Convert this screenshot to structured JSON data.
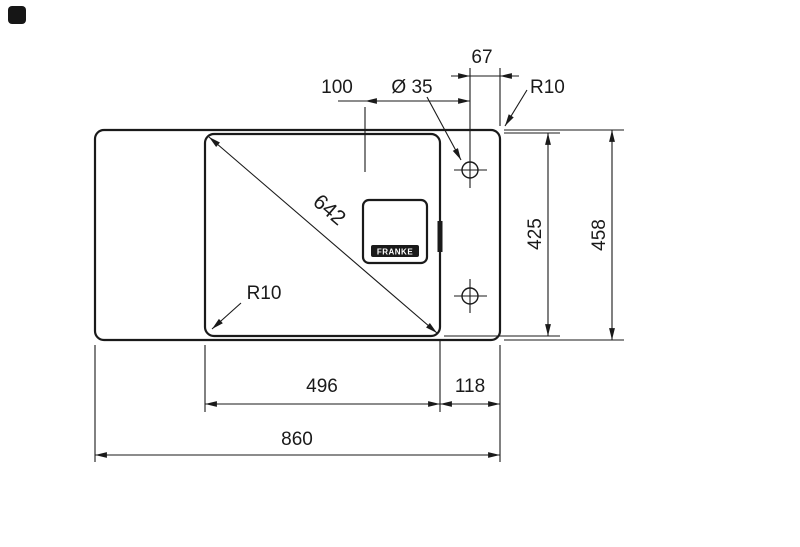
{
  "page": {
    "background": "#ffffff",
    "ink": "#1a1a1a"
  },
  "drawing": {
    "logo": "FRANKE",
    "labels": {
      "dim_67": "67",
      "dim_100": "100",
      "hole_diameter": "Ø 35",
      "radius_top_right": "R10",
      "radius_bowl": "R10",
      "diagonal": "642",
      "dim_425": "425",
      "dim_458": "458",
      "dim_496": "496",
      "dim_118": "118",
      "dim_860": "860"
    }
  }
}
